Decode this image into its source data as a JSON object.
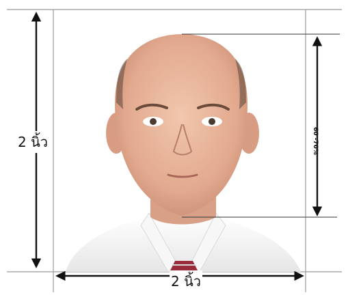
{
  "diagram": {
    "height_label": "2 นิ้ว",
    "width_label": "2 นิ้ว",
    "face_ratio_label": "60 -70%",
    "photo_description_colors": {
      "skin": "#e6b39a",
      "shirt": "#f2f2f2",
      "tie": "#9a2b3a",
      "line": "#888888",
      "arrow": "#111111"
    }
  }
}
